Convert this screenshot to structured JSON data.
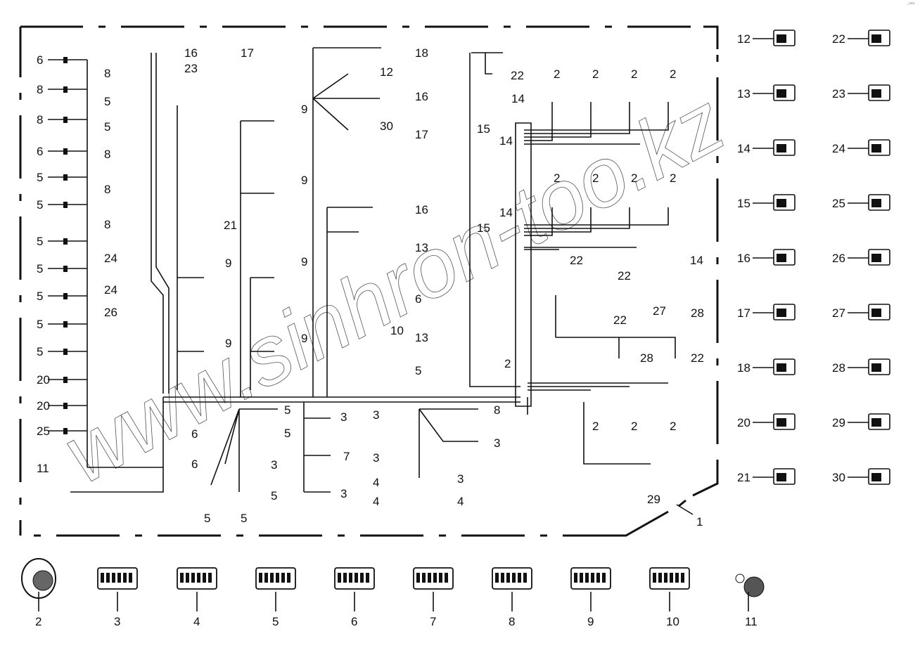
{
  "diagram": {
    "title": "Wiring harness with connectors exploded view",
    "watermark": "www.sinhron-too.kz",
    "harness_callout": "1",
    "corner_mark": "_ssa"
  },
  "harness_labels": {
    "left_column": [
      "6",
      "8",
      "8",
      "6",
      "5",
      "5",
      "5",
      "5",
      "5",
      "5",
      "5",
      "20",
      "20",
      "25",
      "11"
    ],
    "second_column": [
      "16",
      "23",
      "17",
      "8",
      "5",
      "5",
      "8",
      "8",
      "8",
      "21",
      "24",
      "24",
      "26"
    ],
    "ecu_branch": [
      "9",
      "9",
      "9",
      "9",
      "9",
      "9"
    ],
    "top_center": [
      "12",
      "30",
      "18",
      "22",
      "16",
      "14",
      "17",
      "15",
      "14",
      "14",
      "15",
      "16",
      "13",
      "6",
      "13",
      "10",
      "5",
      "2"
    ],
    "right_top_row": [
      "2",
      "2",
      "2",
      "2"
    ],
    "right_mid_row": [
      "2",
      "2",
      "2",
      "2"
    ],
    "right_sensor_group": [
      "22",
      "22",
      "14",
      "22",
      "27",
      "28",
      "28",
      "22"
    ],
    "right_bottom_row": [
      "2",
      "2",
      "2"
    ],
    "bottom_left": [
      "5",
      "6",
      "5",
      "6",
      "5",
      "5",
      "3",
      "7",
      "3",
      "5",
      "3"
    ],
    "bottom_center": [
      "3",
      "8",
      "3",
      "3",
      "3",
      "4",
      "4",
      "4"
    ],
    "bottom_right": [
      "29"
    ]
  },
  "legend_right": [
    {
      "id": "12",
      "icon": "connector-6pin-icon"
    },
    {
      "id": "22",
      "icon": "connector-2pin-sealed-icon"
    },
    {
      "id": "13",
      "icon": "connector-8pin-icon"
    },
    {
      "id": "23",
      "icon": "ring-terminal-icon"
    },
    {
      "id": "14",
      "icon": "spade-terminal-icon"
    },
    {
      "id": "24",
      "icon": "connector-16pin-icon"
    },
    {
      "id": "15",
      "icon": "connector-2pin-icon"
    },
    {
      "id": "25",
      "icon": "connector-4pin-sealed-icon"
    },
    {
      "id": "16",
      "icon": "connector-10pin-icon"
    },
    {
      "id": "26",
      "icon": "buzzer-icon"
    },
    {
      "id": "17",
      "icon": "connector-8pin-latch-icon"
    },
    {
      "id": "27",
      "icon": "inline-connector-icon"
    },
    {
      "id": "18",
      "icon": "connector-4pin-icon"
    },
    {
      "id": "28",
      "icon": "sensor-connector-icon"
    },
    {
      "id": "20",
      "icon": "connector-6pin-sealed-icon"
    },
    {
      "id": "29",
      "icon": "relay-connector-icon"
    },
    {
      "id": "21",
      "icon": "connector-3pin-sealed-icon"
    },
    {
      "id": "30",
      "icon": "module-connector-icon"
    }
  ],
  "legend_bottom": [
    {
      "id": "2",
      "icon": "circular-connector-icon"
    },
    {
      "id": "3",
      "icon": "connector-24pin-icon"
    },
    {
      "id": "4",
      "icon": "connector-4pin-latch-icon"
    },
    {
      "id": "5",
      "icon": "connector-6pin-latch-icon"
    },
    {
      "id": "6",
      "icon": "connector-16pin-icon"
    },
    {
      "id": "7",
      "icon": "connector-20pin-icon"
    },
    {
      "id": "8",
      "icon": "connector-12pin-icon"
    },
    {
      "id": "9",
      "icon": "ecu-connector-icon"
    },
    {
      "id": "10",
      "icon": "ecu-connector-open-icon"
    },
    {
      "id": "11",
      "icon": "circular-cap-connector-icon"
    }
  ]
}
